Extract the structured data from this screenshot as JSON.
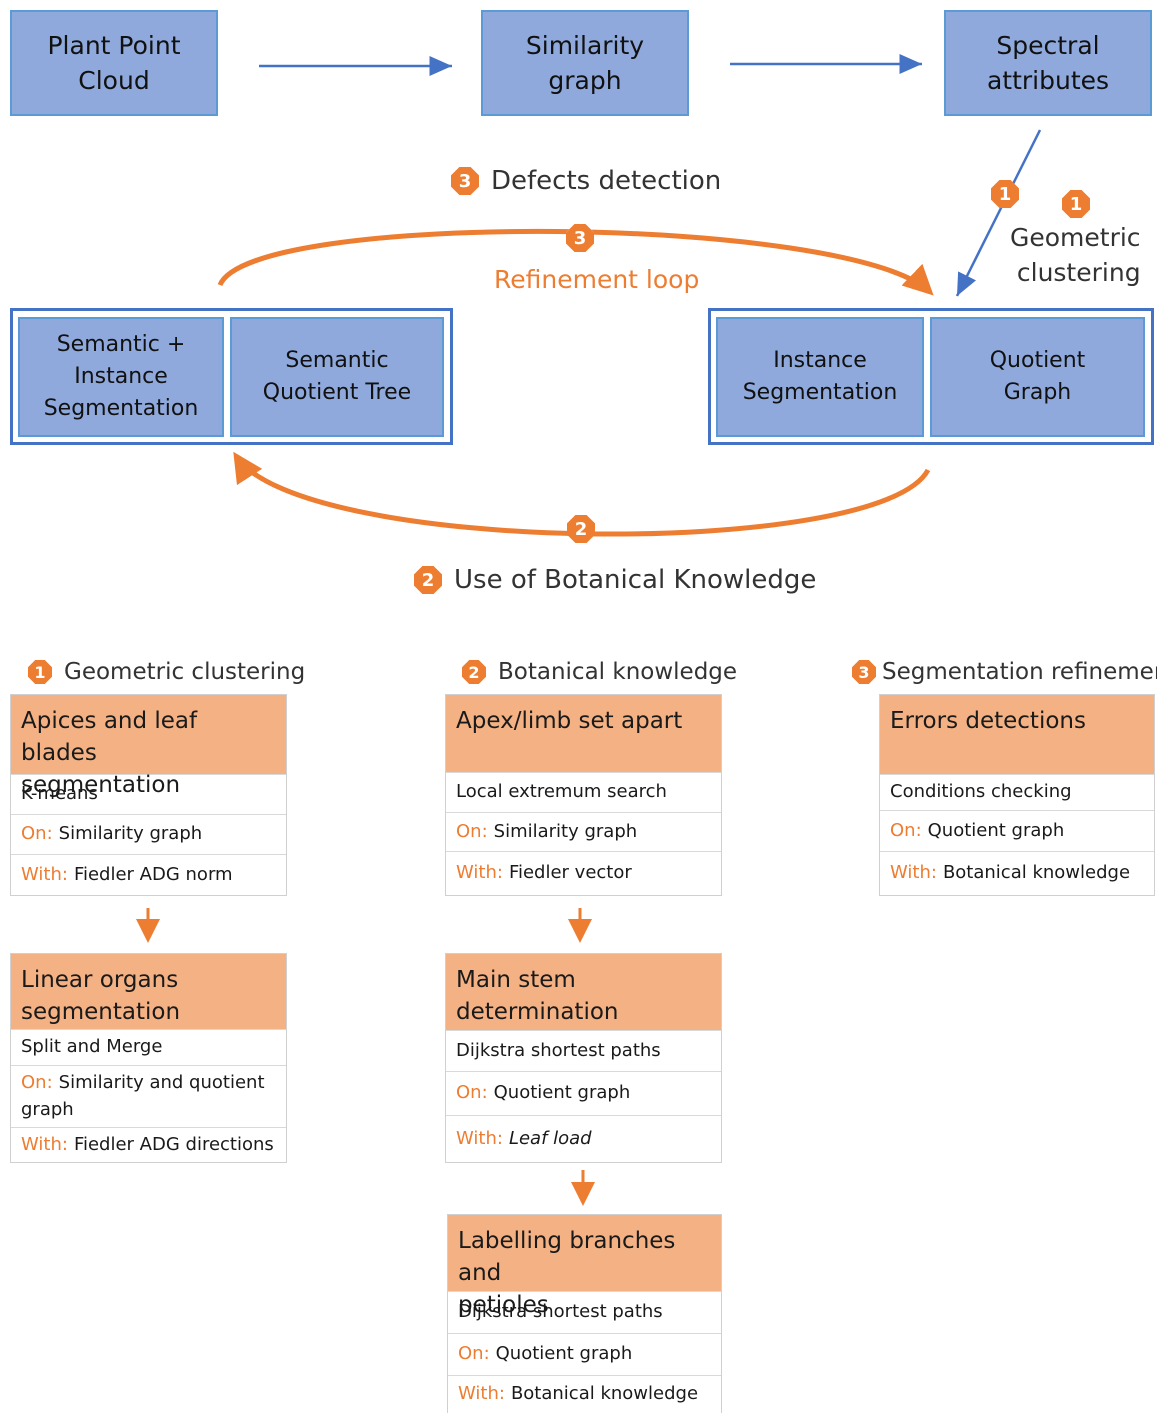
{
  "pipeline": {
    "plant_point_cloud": "Plant Point\nCloud",
    "similarity_graph": "Similarity\ngraph",
    "spectral_attributes": "Spectral\nattributes"
  },
  "loop": {
    "defects_detection": "Defects detection",
    "refinement_loop": "Refinement loop",
    "geometric_clustering": "Geometric\nclustering",
    "use_of_botanical_knowledge": "Use of Botanical Knowledge",
    "semantic_instance_segmentation": "Semantic +\nInstance\nSegmentation",
    "semantic_quotient_tree": "Semantic\nQuotient Tree",
    "instance_segmentation": "Instance\nSegmentation",
    "quotient_graph": "Quotient\nGraph"
  },
  "badges": {
    "one": "1",
    "two": "2",
    "three": "3"
  },
  "columns": [
    {
      "title": "Geometric clustering",
      "badge": "1",
      "cards": [
        {
          "head": "Apices and leaf blades\nsegmentation",
          "method": "K-means",
          "on_label": "On:",
          "on_value": "Similarity graph",
          "with_label": "With:",
          "with_value": "Fiedler ADG norm"
        },
        {
          "head": "Linear organs\nsegmentation",
          "method": "Split and Merge",
          "on_label": "On:",
          "on_value": "Similarity and quotient graph",
          "with_label": "With:",
          "with_value": "Fiedler ADG directions"
        }
      ]
    },
    {
      "title": "Botanical knowledge",
      "badge": "2",
      "cards": [
        {
          "head": "Apex/limb set apart",
          "method": "Local extremum search",
          "on_label": "On:",
          "on_value": "Similarity graph",
          "with_label": "With:",
          "with_value": "Fiedler vector"
        },
        {
          "head": "Main stem\ndetermination",
          "method": "Dijkstra shortest paths",
          "on_label": "On:",
          "on_value": "Quotient graph",
          "with_label": "With:",
          "with_value": "Leaf load"
        },
        {
          "head": "Labelling branches and\npetioles",
          "method": "Dijkstra shortest paths",
          "on_label": "On:",
          "on_value": "Quotient graph",
          "with_label": "With:",
          "with_value": "Botanical knowledge"
        }
      ]
    },
    {
      "title": "Segmentation refinement",
      "badge": "3",
      "cards": [
        {
          "head": "Errors detections",
          "method": "Conditions checking",
          "on_label": "On:",
          "on_value": "Quotient graph",
          "with_label": "With:",
          "with_value": "Botanical knowledge"
        }
      ]
    }
  ],
  "colors": {
    "box_fill": "#8fa9dc",
    "box_border": "#5b9bd5",
    "frame": "#4472c4",
    "accent_orange": "#ed7d31",
    "card_head": "#f4b183"
  }
}
